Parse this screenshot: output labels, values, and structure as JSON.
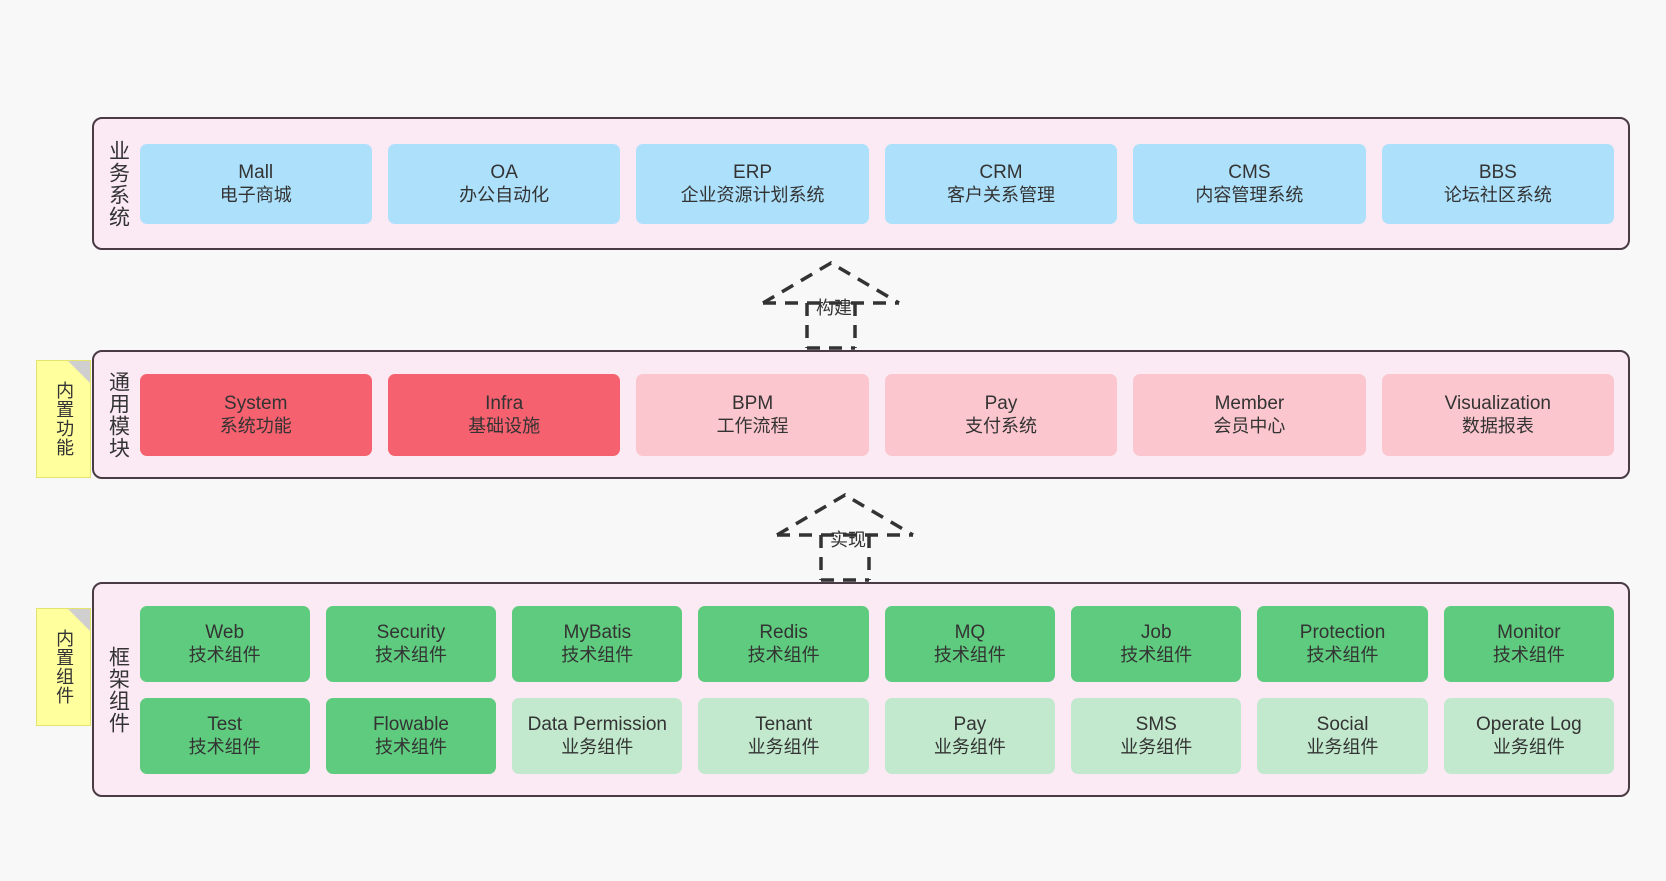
{
  "diagram": {
    "background_color": "#f8f8f8",
    "layer_fill": "#fbeaf4",
    "layer_border": "#4a3a43",
    "palette": {
      "blue": "#ade0fb",
      "red": "#f5616f",
      "pink": "#fbc6ce",
      "green": "#5ecb7e",
      "green_light": "#c2e9cd",
      "note_yellow": "#ffff9e",
      "note_fold": "#cfcfcf"
    }
  },
  "layers": {
    "business": {
      "title": "业务系统",
      "cards": [
        {
          "en": "Mall",
          "cn": "电子商城",
          "color": "blue"
        },
        {
          "en": "OA",
          "cn": "办公自动化",
          "color": "blue"
        },
        {
          "en": "ERP",
          "cn": "企业资源计划系统",
          "color": "blue"
        },
        {
          "en": "CRM",
          "cn": "客户关系管理",
          "color": "blue"
        },
        {
          "en": "CMS",
          "cn": "内容管理系统",
          "color": "blue"
        },
        {
          "en": "BBS",
          "cn": "论坛社区系统",
          "color": "blue"
        }
      ]
    },
    "modules": {
      "title": "通用模块",
      "note": "内置功能",
      "cards": [
        {
          "en": "System",
          "cn": "系统功能",
          "color": "red"
        },
        {
          "en": "Infra",
          "cn": "基础设施",
          "color": "red"
        },
        {
          "en": "BPM",
          "cn": "工作流程",
          "color": "pink"
        },
        {
          "en": "Pay",
          "cn": "支付系统",
          "color": "pink"
        },
        {
          "en": "Member",
          "cn": "会员中心",
          "color": "pink"
        },
        {
          "en": "Visualization",
          "cn": "数据报表",
          "color": "pink"
        }
      ]
    },
    "framework": {
      "title": "框架组件",
      "note": "内置组件",
      "row1": [
        {
          "en": "Web",
          "cn": "技术组件",
          "color": "green"
        },
        {
          "en": "Security",
          "cn": "技术组件",
          "color": "green"
        },
        {
          "en": "MyBatis",
          "cn": "技术组件",
          "color": "green"
        },
        {
          "en": "Redis",
          "cn": "技术组件",
          "color": "green"
        },
        {
          "en": "MQ",
          "cn": "技术组件",
          "color": "green"
        },
        {
          "en": "Job",
          "cn": "技术组件",
          "color": "green"
        },
        {
          "en": "Protection",
          "cn": "技术组件",
          "color": "green"
        },
        {
          "en": "Monitor",
          "cn": "技术组件",
          "color": "green"
        }
      ],
      "row2": [
        {
          "en": "Test",
          "cn": "技术组件",
          "color": "green"
        },
        {
          "en": "Flowable",
          "cn": "技术组件",
          "color": "green"
        },
        {
          "en": "Data Permission",
          "cn": "业务组件",
          "color": "green_light"
        },
        {
          "en": "Tenant",
          "cn": "业务组件",
          "color": "green_light"
        },
        {
          "en": "Pay",
          "cn": "业务组件",
          "color": "green_light"
        },
        {
          "en": "SMS",
          "cn": "业务组件",
          "color": "green_light"
        },
        {
          "en": "Social",
          "cn": "业务组件",
          "color": "green_light"
        },
        {
          "en": "Operate Log",
          "cn": "业务组件",
          "color": "green_light"
        }
      ]
    }
  },
  "connectors": [
    {
      "label": "构建",
      "from": "modules",
      "to": "business"
    },
    {
      "label": "实现",
      "from": "framework",
      "to": "modules"
    }
  ]
}
